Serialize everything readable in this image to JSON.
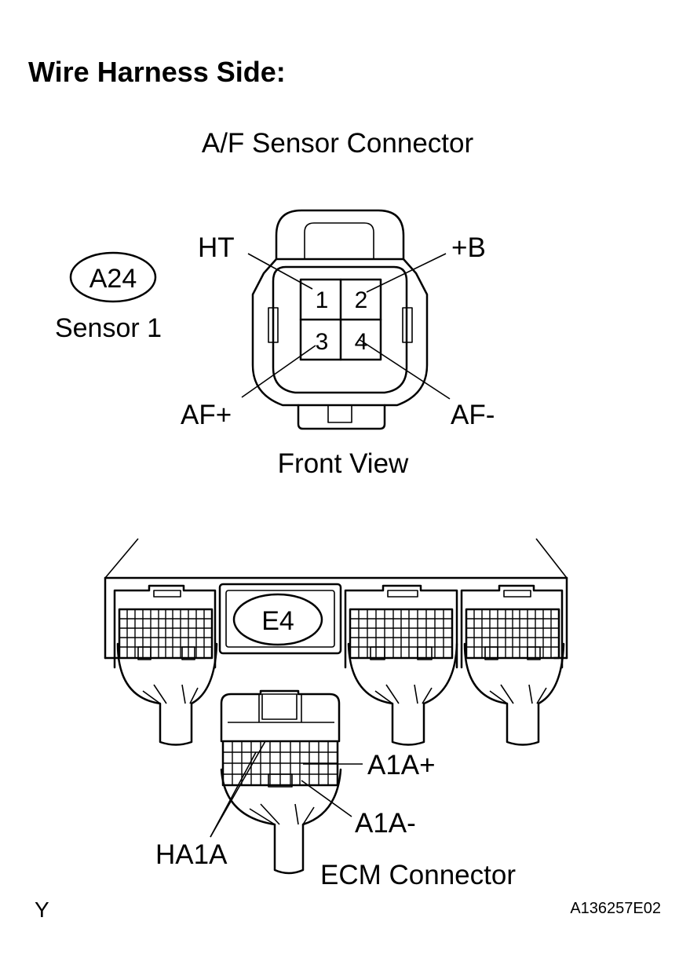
{
  "heading": "Wire Harness Side:",
  "af_connector": {
    "title": "A/F Sensor Connector",
    "code": "A24",
    "sensor": "Sensor 1",
    "view": "Front View",
    "pins": [
      "1",
      "2",
      "3",
      "4"
    ],
    "pin_labels": {
      "ht": "HT",
      "plus_b": "+B",
      "af_plus": "AF+",
      "af_minus": "AF-"
    }
  },
  "ecm": {
    "code": "E4",
    "title": "ECM Connector",
    "pin_labels": {
      "a1a_plus": "A1A+",
      "a1a_minus": "A1A-",
      "ha1a": "HA1A"
    }
  },
  "footer": {
    "left": "Y",
    "right": "A136257E02"
  }
}
